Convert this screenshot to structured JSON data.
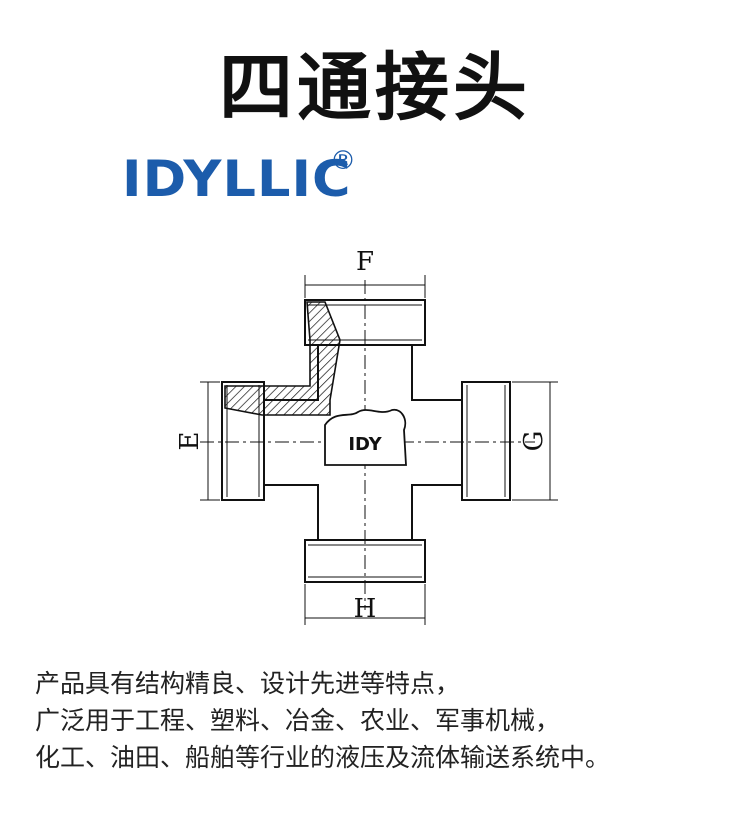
{
  "title": "四通接头",
  "brand": {
    "name": "IDYLLIC",
    "registered": "®"
  },
  "diagram": {
    "labels": {
      "top": "F",
      "left": "E",
      "right": "G",
      "bottom": "H"
    },
    "stamp": "IDY"
  },
  "description": [
    "产品具有结构精良、设计先进等特点，",
    "广泛用于工程、塑料、冶金、农业、军事机械，",
    "化工、油田、船舶等行业的液压及流体输送系统中。"
  ],
  "colors": {
    "brand": "#1c5cab",
    "line": "#111111",
    "text": "#222222"
  }
}
